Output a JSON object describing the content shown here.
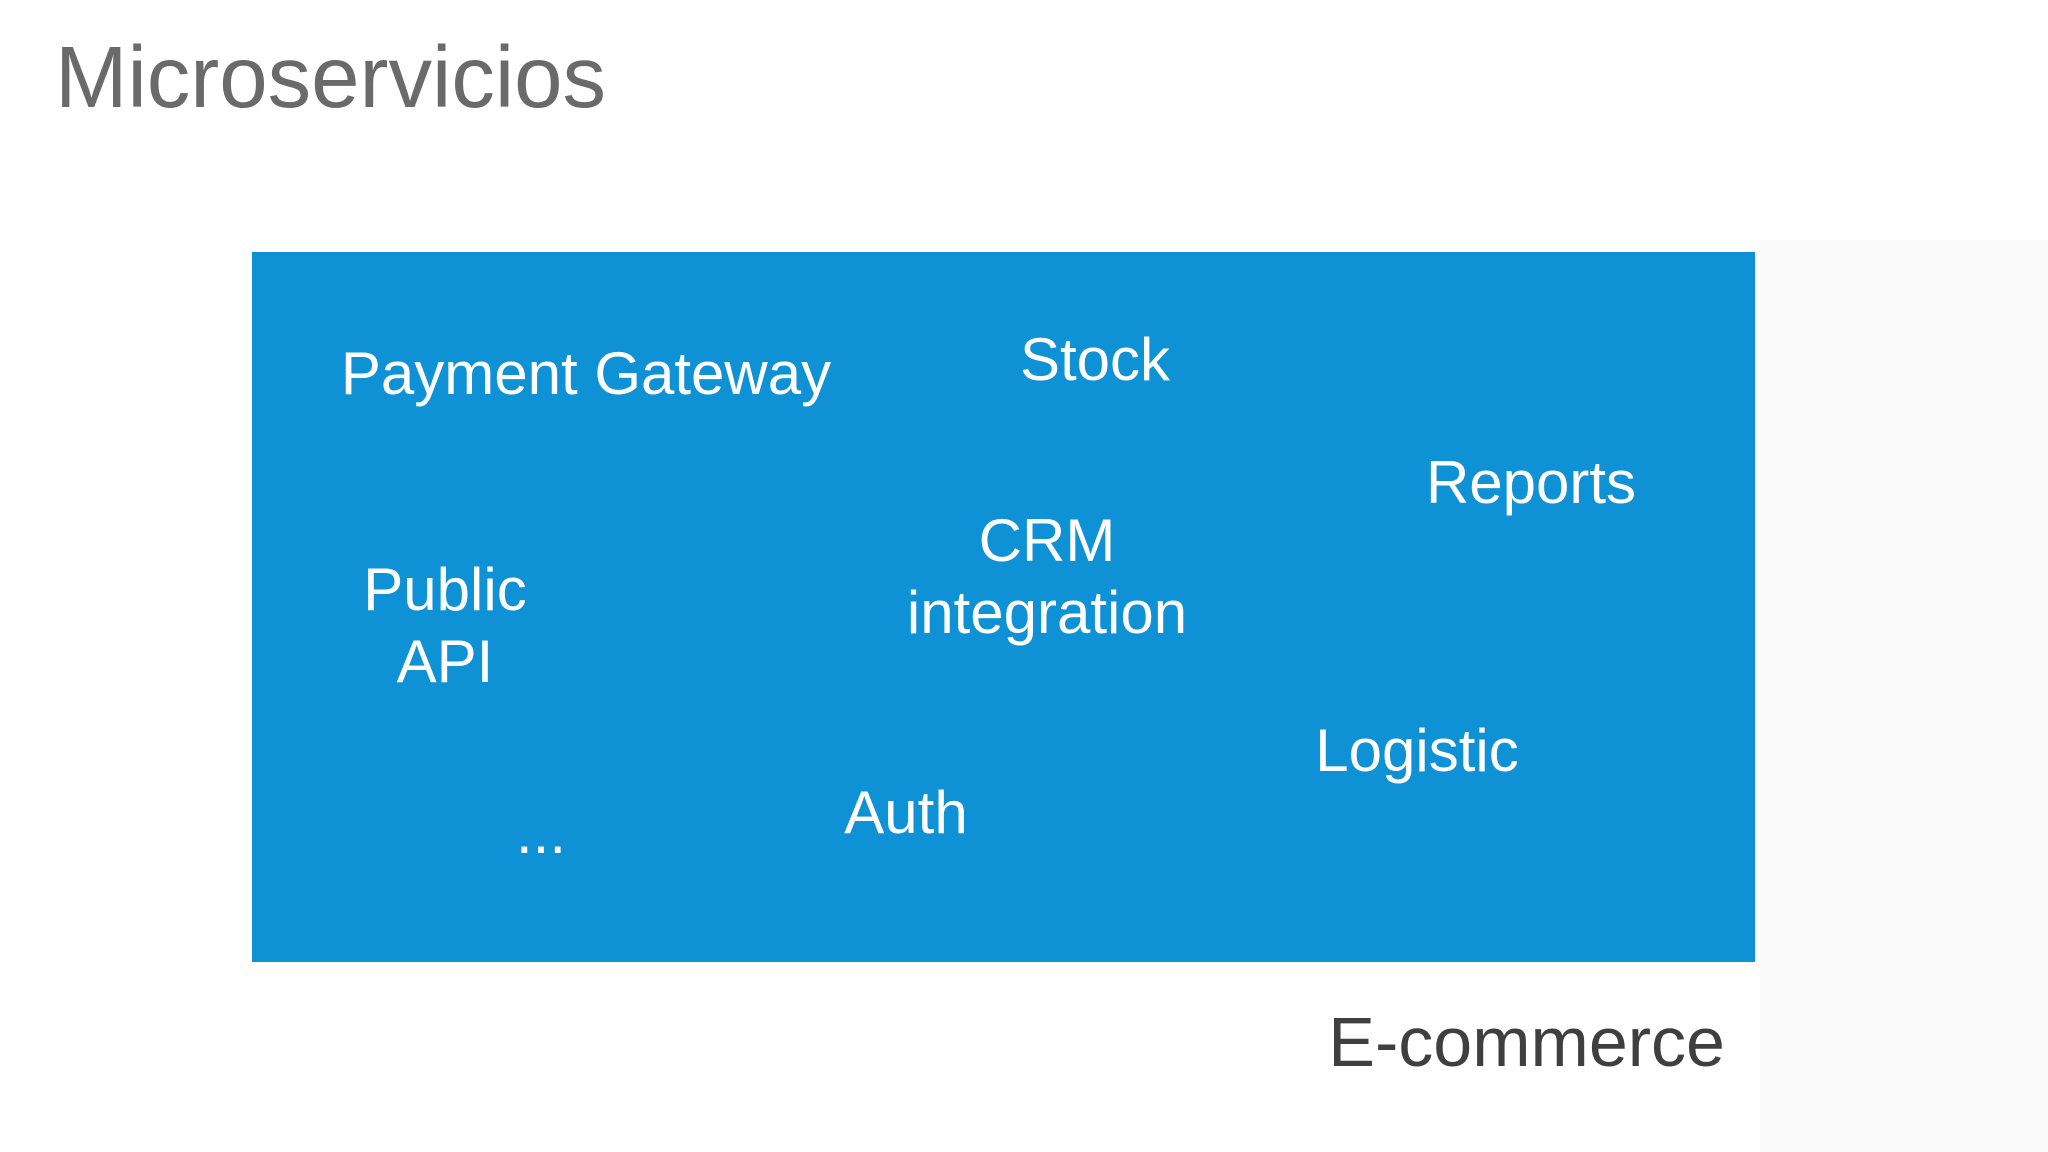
{
  "slide": {
    "title": "Microservicios",
    "colors": {
      "container_fill": "#0e91d5",
      "title_text": "#6a6a6a",
      "service_text": "#ffffff",
      "container_label_text": "#3f3f3f"
    },
    "container": {
      "label": "E-commerce",
      "services": [
        {
          "id": "payment-gateway",
          "label": "Payment Gateway"
        },
        {
          "id": "stock",
          "label": "Stock"
        },
        {
          "id": "reports",
          "label": "Reports"
        },
        {
          "id": "public-api",
          "label": "Public\nAPI"
        },
        {
          "id": "crm-integration",
          "label": "CRM\nintegration"
        },
        {
          "id": "logistic",
          "label": "Logistic"
        },
        {
          "id": "auth",
          "label": "Auth"
        },
        {
          "id": "more",
          "label": "..."
        }
      ]
    }
  }
}
